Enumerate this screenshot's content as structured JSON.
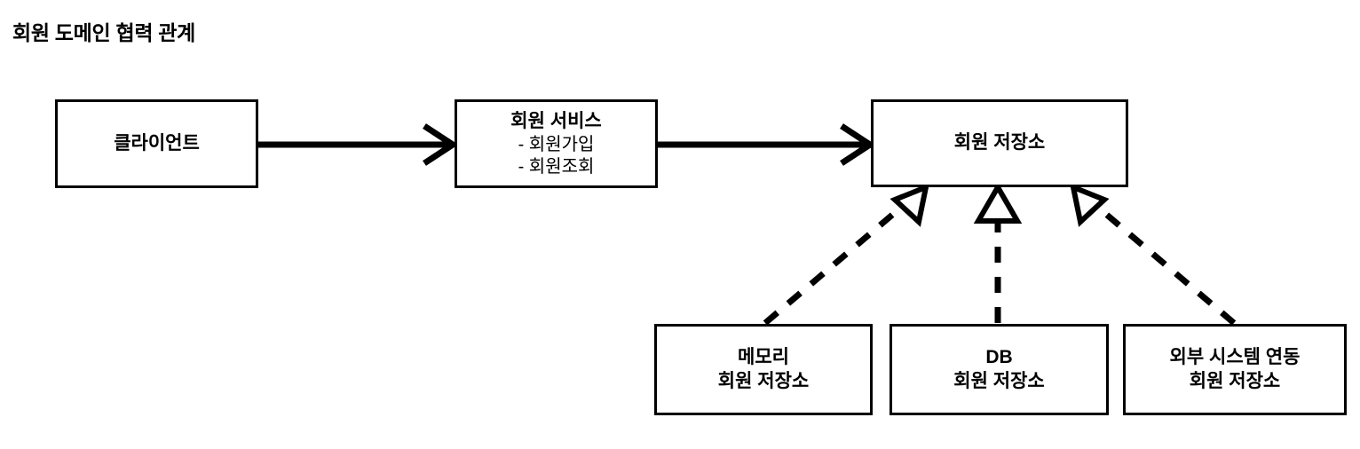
{
  "diagram": {
    "title": "회원 도메인 협력 관계",
    "type": "uml-collaboration",
    "nodes": [
      {
        "id": "client",
        "label": "클라이언트",
        "role": "actor-box"
      },
      {
        "id": "member-service",
        "label": "회원 서비스",
        "operations": [
          "- 회원가입",
          "- 회원조회"
        ],
        "role": "service-box"
      },
      {
        "id": "member-repository",
        "label": "회원 저장소",
        "role": "interface-box"
      },
      {
        "id": "memory-repository",
        "label_line1": "메모리",
        "label_line2": "회원 저장소",
        "role": "implementation-box"
      },
      {
        "id": "db-repository",
        "label_line1": "DB",
        "label_line2": "회원 저장소",
        "role": "implementation-box"
      },
      {
        "id": "external-repository",
        "label_line1": "외부 시스템 연동",
        "label_line2": "회원 저장소",
        "role": "implementation-box"
      }
    ],
    "edges": [
      {
        "id": "client-to-service",
        "from": "client",
        "to": "member-service",
        "style": "solid",
        "arrow": "open-arrow"
      },
      {
        "id": "service-to-repository",
        "from": "member-service",
        "to": "member-repository",
        "style": "solid",
        "arrow": "open-arrow"
      },
      {
        "id": "memory-implements-repository",
        "from": "memory-repository",
        "to": "member-repository",
        "style": "dashed",
        "arrow": "hollow-triangle"
      },
      {
        "id": "db-implements-repository",
        "from": "db-repository",
        "to": "member-repository",
        "style": "dashed",
        "arrow": "hollow-triangle"
      },
      {
        "id": "external-implements-repository",
        "from": "external-repository",
        "to": "member-repository",
        "style": "dashed",
        "arrow": "hollow-triangle"
      }
    ],
    "colors": {
      "stroke": "#000000",
      "fill": "#ffffff",
      "text": "#000000"
    }
  }
}
